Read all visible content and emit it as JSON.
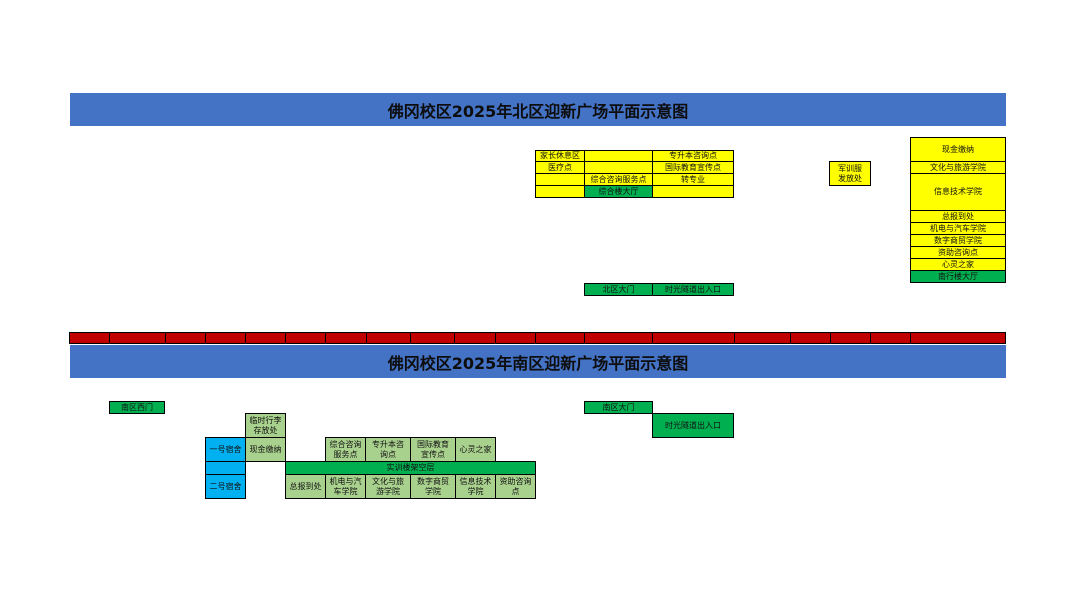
{
  "north": {
    "title": "佛冈校区2025年北区迎新广场平面示意图",
    "cells": {
      "parent_rest": "家长休息区",
      "specialist_consult": "专升本咨询点",
      "medical": "医疗点",
      "intl_edu": "国际教育宣传点",
      "general_service": "综合咨询服务点",
      "transfer_major": "转专业",
      "general_hall": "综合楼大厅",
      "military_uniform": "军训服\n发放处",
      "cash_payment": "现金缴纳",
      "culture_tourism": "文化与旅游学院",
      "info_tech": "信息技术学院",
      "report_office": "总报到处",
      "mech_auto": "机电与汽车学院",
      "digital_trade": "数字商贸学院",
      "aid_consult": "资助咨询点",
      "mind_home": "心灵之家",
      "admin_hall": "南行楼大厅",
      "north_gate": "北区大门",
      "tunnel_exit": "时光隧道出入口"
    }
  },
  "south": {
    "title": "佛冈校区2025年南区迎新广场平面示意图",
    "cells": {
      "west_gate": "南区西门",
      "south_gate": "南区大门",
      "tunnel_exit": "时光隧道出入口",
      "temp_luggage": "临时行李\n存放处",
      "dorm_1": "一号宿舍",
      "cash_payment": "现金缴纳",
      "general_service": "综合咨询\n服务点",
      "specialist_consult": "专升本咨\n询点",
      "intl_edu": "国际教育\n宣传点",
      "mind_home": "心灵之家",
      "training_shelf": "实训楼架空层",
      "dorm_2": "二号宿舍",
      "report_office": "总报到处",
      "mech_auto": "机电与汽\n车学院",
      "culture_tourism": "文化与旅\n游学院",
      "digital_trade": "数字商贸\n学院",
      "info_tech": "信息技术\n学院",
      "aid_consult": "资助咨询\n点"
    }
  },
  "colors": {
    "banner": "#4472c4",
    "yellow": "#ffff00",
    "green": "#00b050",
    "light_green": "#a9d18e",
    "blue": "#00b0f0",
    "red": "#c00000"
  }
}
